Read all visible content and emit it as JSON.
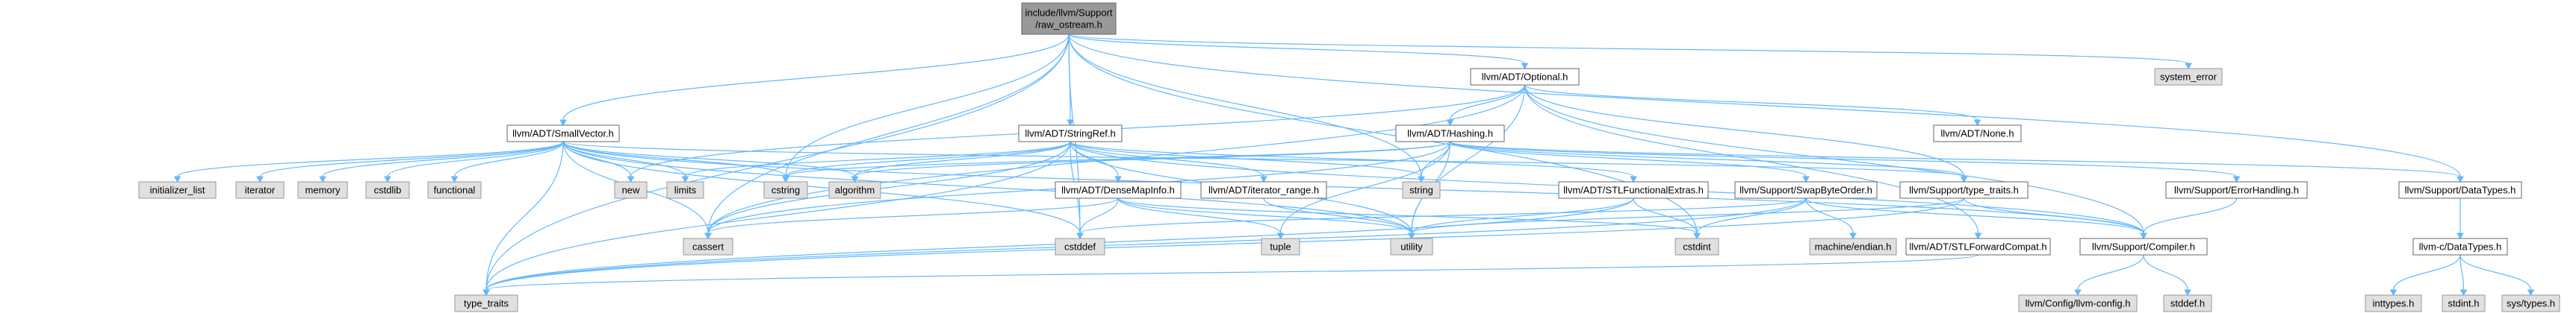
{
  "graph": {
    "nodes": [
      {
        "id": "raw_ostream",
        "label": [
          "include/llvm/Support",
          "/raw_ostream.h"
        ],
        "kind": "root"
      },
      {
        "id": "optional",
        "label": [
          "llvm/ADT/Optional.h"
        ],
        "kind": "file"
      },
      {
        "id": "system_error",
        "label": [
          "system_error"
        ],
        "kind": "sys"
      },
      {
        "id": "smallvector",
        "label": [
          "llvm/ADT/SmallVector.h"
        ],
        "kind": "file"
      },
      {
        "id": "stringref",
        "label": [
          "llvm/ADT/StringRef.h"
        ],
        "kind": "file"
      },
      {
        "id": "hashing",
        "label": [
          "llvm/ADT/Hashing.h"
        ],
        "kind": "file"
      },
      {
        "id": "none",
        "label": [
          "llvm/ADT/None.h"
        ],
        "kind": "file"
      },
      {
        "id": "initializer_list",
        "label": [
          "initializer_list"
        ],
        "kind": "sys"
      },
      {
        "id": "iterator",
        "label": [
          "iterator"
        ],
        "kind": "sys"
      },
      {
        "id": "memory",
        "label": [
          "memory"
        ],
        "kind": "sys"
      },
      {
        "id": "cstdlib",
        "label": [
          "cstdlib"
        ],
        "kind": "sys"
      },
      {
        "id": "functional",
        "label": [
          "functional"
        ],
        "kind": "sys"
      },
      {
        "id": "new",
        "label": [
          "new"
        ],
        "kind": "sys"
      },
      {
        "id": "limits",
        "label": [
          "limits"
        ],
        "kind": "sys"
      },
      {
        "id": "cstring",
        "label": [
          "cstring"
        ],
        "kind": "sys"
      },
      {
        "id": "algorithm",
        "label": [
          "algorithm"
        ],
        "kind": "sys"
      },
      {
        "id": "string",
        "label": [
          "string"
        ],
        "kind": "sys"
      },
      {
        "id": "densemapinfo",
        "label": [
          "llvm/ADT/DenseMapInfo.h"
        ],
        "kind": "file"
      },
      {
        "id": "iterator_range",
        "label": [
          "llvm/ADT/iterator_range.h"
        ],
        "kind": "file"
      },
      {
        "id": "stlfunctional",
        "label": [
          "llvm/ADT/STLFunctionalExtras.h"
        ],
        "kind": "file"
      },
      {
        "id": "swapbyteorder",
        "label": [
          "llvm/Support/SwapByteOrder.h"
        ],
        "kind": "file"
      },
      {
        "id": "typetraits_h",
        "label": [
          "llvm/Support/type_traits.h"
        ],
        "kind": "file"
      },
      {
        "id": "errorhandling",
        "label": [
          "llvm/Support/ErrorHandling.h"
        ],
        "kind": "file"
      },
      {
        "id": "datatypes",
        "label": [
          "llvm/Support/DataTypes.h"
        ],
        "kind": "file"
      },
      {
        "id": "cassert",
        "label": [
          "cassert"
        ],
        "kind": "sys"
      },
      {
        "id": "cstddef",
        "label": [
          "cstddef"
        ],
        "kind": "sys"
      },
      {
        "id": "tuple",
        "label": [
          "tuple"
        ],
        "kind": "sys"
      },
      {
        "id": "utility",
        "label": [
          "utility"
        ],
        "kind": "sys"
      },
      {
        "id": "cstdint",
        "label": [
          "cstdint"
        ],
        "kind": "sys"
      },
      {
        "id": "machine_endian",
        "label": [
          "machine/endian.h"
        ],
        "kind": "sys"
      },
      {
        "id": "stlforwardcompat",
        "label": [
          "llvm/ADT/STLForwardCompat.h"
        ],
        "kind": "file"
      },
      {
        "id": "compiler",
        "label": [
          "llvm/Support/Compiler.h"
        ],
        "kind": "file"
      },
      {
        "id": "c_datatypes",
        "label": [
          "llvm-c/DataTypes.h"
        ],
        "kind": "file"
      },
      {
        "id": "type_traits",
        "label": [
          "type_traits"
        ],
        "kind": "sys"
      },
      {
        "id": "llvm_config",
        "label": [
          "llvm/Config/llvm-config.h"
        ],
        "kind": "sys"
      },
      {
        "id": "stddef",
        "label": [
          "stddef.h"
        ],
        "kind": "sys"
      },
      {
        "id": "inttypes",
        "label": [
          "inttypes.h"
        ],
        "kind": "sys"
      },
      {
        "id": "stdint",
        "label": [
          "stdint.h"
        ],
        "kind": "sys"
      },
      {
        "id": "sys_types",
        "label": [
          "sys/types.h"
        ],
        "kind": "sys"
      }
    ],
    "edges": [
      [
        "raw_ostream",
        "optional"
      ],
      [
        "raw_ostream",
        "system_error"
      ],
      [
        "raw_ostream",
        "smallvector"
      ],
      [
        "raw_ostream",
        "stringref"
      ],
      [
        "raw_ostream",
        "datatypes"
      ],
      [
        "raw_ostream",
        "cstring"
      ],
      [
        "raw_ostream",
        "string"
      ],
      [
        "raw_ostream",
        "cassert"
      ],
      [
        "raw_ostream",
        "cstddef"
      ],
      [
        "raw_ostream",
        "cstdint"
      ],
      [
        "raw_ostream",
        "type_traits"
      ],
      [
        "optional",
        "hashing"
      ],
      [
        "optional",
        "none"
      ],
      [
        "optional",
        "stlforwardcompat"
      ],
      [
        "optional",
        "typetraits_h"
      ],
      [
        "optional",
        "compiler"
      ],
      [
        "optional",
        "cassert"
      ],
      [
        "optional",
        "new"
      ],
      [
        "optional",
        "utility"
      ],
      [
        "smallvector",
        "initializer_list"
      ],
      [
        "smallvector",
        "iterator"
      ],
      [
        "smallvector",
        "memory"
      ],
      [
        "smallvector",
        "cstdlib"
      ],
      [
        "smallvector",
        "functional"
      ],
      [
        "smallvector",
        "new"
      ],
      [
        "smallvector",
        "limits"
      ],
      [
        "smallvector",
        "cstring"
      ],
      [
        "smallvector",
        "algorithm"
      ],
      [
        "smallvector",
        "cassert"
      ],
      [
        "smallvector",
        "cstddef"
      ],
      [
        "smallvector",
        "utility"
      ],
      [
        "smallvector",
        "type_traits"
      ],
      [
        "smallvector",
        "compiler"
      ],
      [
        "smallvector",
        "typetraits_h"
      ],
      [
        "stringref",
        "densemapinfo"
      ],
      [
        "stringref",
        "iterator_range"
      ],
      [
        "stringref",
        "stlfunctional"
      ],
      [
        "stringref",
        "compiler"
      ],
      [
        "stringref",
        "algorithm"
      ],
      [
        "stringref",
        "cassert"
      ],
      [
        "stringref",
        "cstddef"
      ],
      [
        "stringref",
        "cstring"
      ],
      [
        "stringref",
        "limits"
      ],
      [
        "stringref",
        "string"
      ],
      [
        "stringref",
        "type_traits"
      ],
      [
        "stringref",
        "utility"
      ],
      [
        "hashing",
        "errorhandling"
      ],
      [
        "hashing",
        "swapbyteorder"
      ],
      [
        "hashing",
        "typetraits_h"
      ],
      [
        "hashing",
        "datatypes"
      ],
      [
        "hashing",
        "algorithm"
      ],
      [
        "hashing",
        "cassert"
      ],
      [
        "hashing",
        "cstring"
      ],
      [
        "hashing",
        "string"
      ],
      [
        "hashing",
        "tuple"
      ],
      [
        "hashing",
        "utility"
      ],
      [
        "densemapinfo",
        "cassert"
      ],
      [
        "densemapinfo",
        "cstddef"
      ],
      [
        "densemapinfo",
        "cstdint"
      ],
      [
        "densemapinfo",
        "tuple"
      ],
      [
        "densemapinfo",
        "utility"
      ],
      [
        "iterator_range",
        "utility"
      ],
      [
        "stlfunctional",
        "cstdint"
      ],
      [
        "stlfunctional",
        "type_traits"
      ],
      [
        "stlfunctional",
        "utility"
      ],
      [
        "swapbyteorder",
        "compiler"
      ],
      [
        "swapbyteorder",
        "cstddef"
      ],
      [
        "swapbyteorder",
        "cstdint"
      ],
      [
        "swapbyteorder",
        "machine_endian"
      ],
      [
        "swapbyteorder",
        "type_traits"
      ],
      [
        "typetraits_h",
        "compiler"
      ],
      [
        "typetraits_h",
        "type_traits"
      ],
      [
        "typetraits_h",
        "utility"
      ],
      [
        "errorhandling",
        "compiler"
      ],
      [
        "stlforwardcompat",
        "type_traits"
      ],
      [
        "compiler",
        "llvm_config"
      ],
      [
        "compiler",
        "stddef"
      ],
      [
        "datatypes",
        "c_datatypes"
      ],
      [
        "c_datatypes",
        "inttypes"
      ],
      [
        "c_datatypes",
        "stdint"
      ],
      [
        "c_datatypes",
        "sys_types"
      ]
    ]
  }
}
